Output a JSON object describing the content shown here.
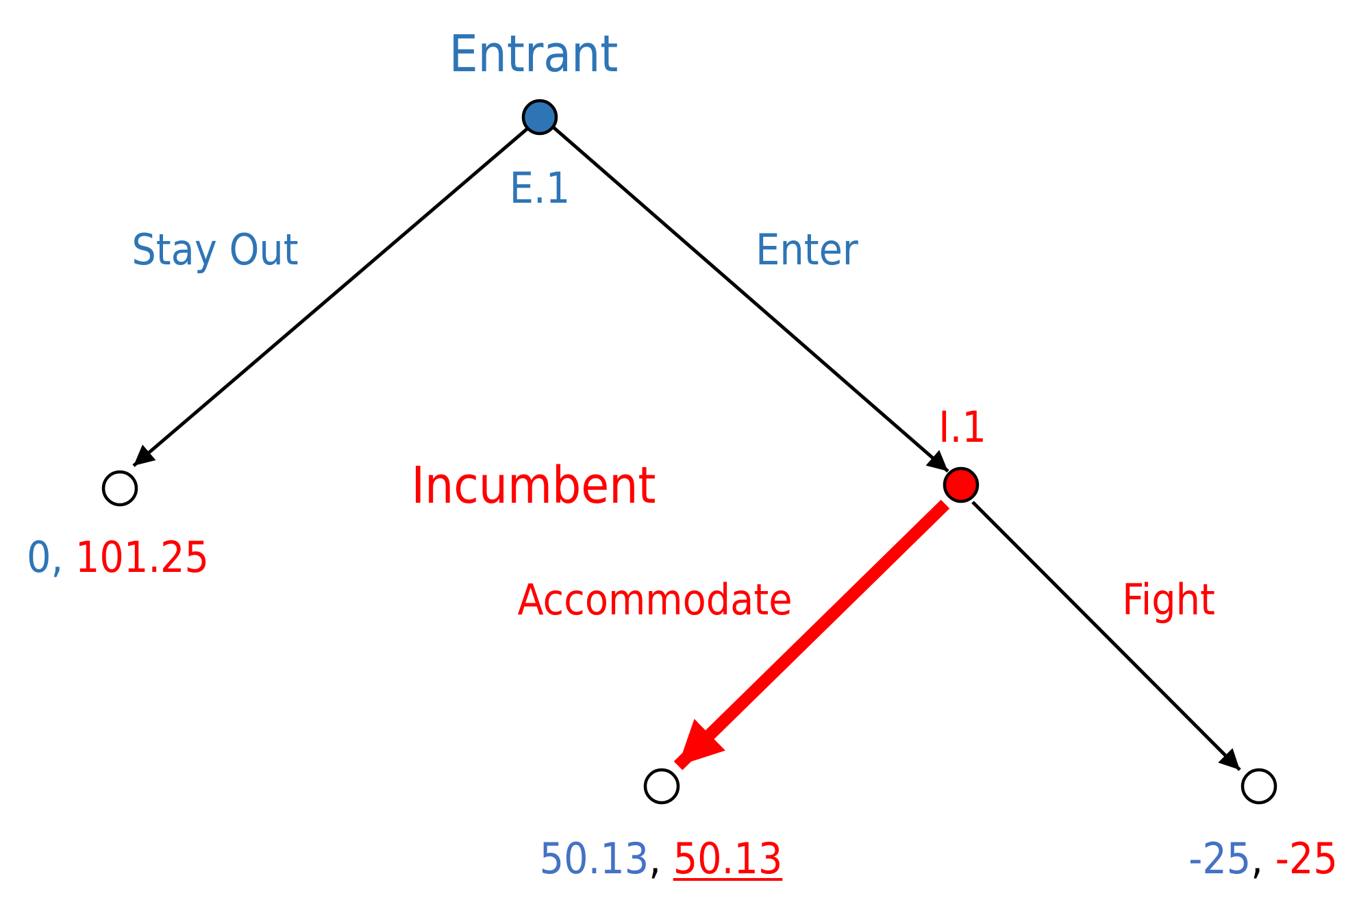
{
  "colors": {
    "entrant": "#2e75b6",
    "incumbent": "#ff0000",
    "entrant_payoff": "#4472c4",
    "separator": "#000000",
    "terminal_fill": "#ffffff"
  },
  "players": {
    "entrant": "Entrant",
    "incumbent": "Incumbent"
  },
  "info_sets": {
    "entrant": "E.1",
    "incumbent": "I.1"
  },
  "actions": {
    "stay_out": "Stay Out",
    "enter": "Enter",
    "accommodate": "Accommodate",
    "fight": "Fight"
  },
  "equilibrium_action": "accommodate",
  "payoffs": {
    "stay_out": {
      "entrant": "0",
      "sep": ", ",
      "incumbent": "101.25",
      "incumbent_best": false
    },
    "accommodate": {
      "entrant": "50.13",
      "sep": ", ",
      "incumbent": "50.13",
      "incumbent_best": true
    },
    "fight": {
      "entrant": "-25",
      "sep": ", ",
      "incumbent": "-25",
      "incumbent_best": false
    }
  }
}
